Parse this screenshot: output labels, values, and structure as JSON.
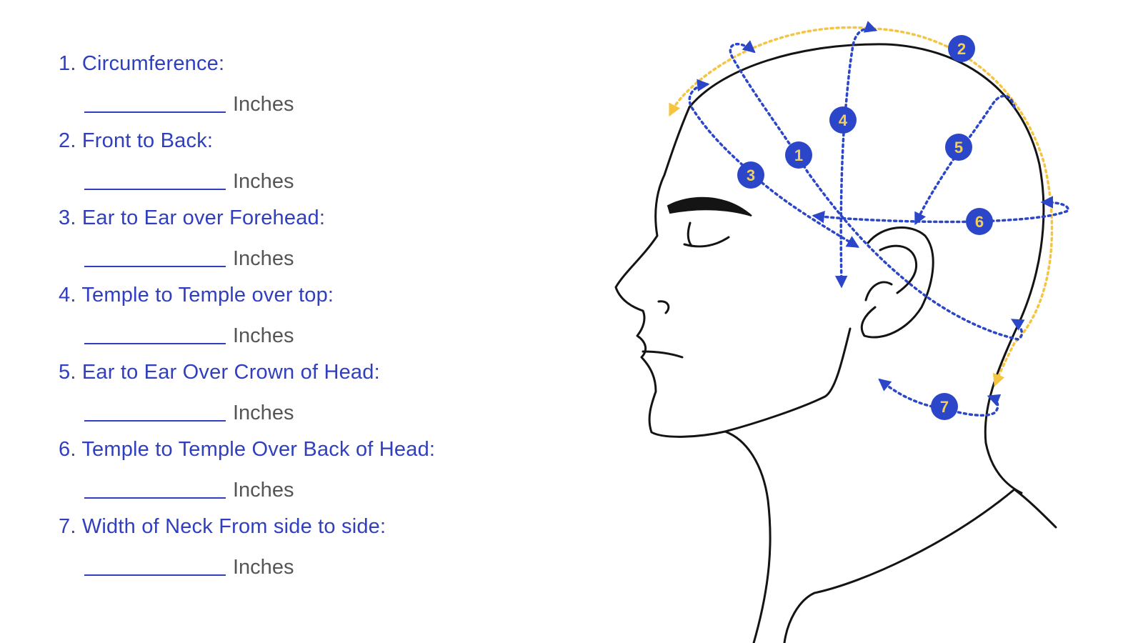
{
  "measurements": [
    {
      "number": "1",
      "label": "1. Circumference:",
      "unit": "Inches"
    },
    {
      "number": "2",
      "label": "2. Front to Back:",
      "unit": "Inches"
    },
    {
      "number": "3",
      "label": "3. Ear to Ear over Forehead:",
      "unit": "Inches"
    },
    {
      "number": "4",
      "label": "4. Temple to Temple over top:",
      "unit": "Inches"
    },
    {
      "number": "5",
      "label": "5. Ear to Ear Over Crown of Head:",
      "unit": "Inches"
    },
    {
      "number": "6",
      "label": "6. Temple to Temple Over Back of Head:",
      "unit": "Inches"
    },
    {
      "number": "7",
      "label": "7. Width of Neck From side to side:",
      "unit": "Inches"
    }
  ],
  "colors": {
    "text_blue": "#2f3fbf",
    "badge_blue": "#2b46c8",
    "badge_number": "#f2cf5a",
    "arrow_yellow": "#f5c542",
    "outline": "#141414",
    "unit_gray": "#555555"
  }
}
